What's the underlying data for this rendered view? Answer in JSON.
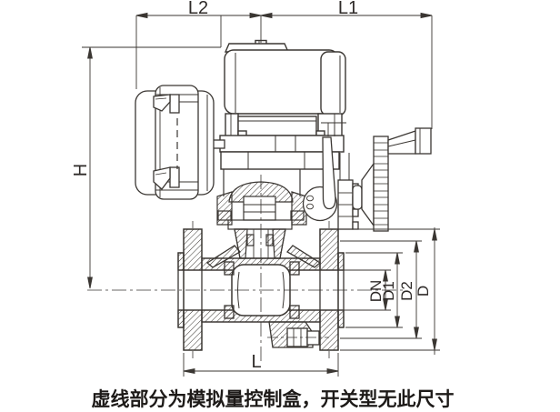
{
  "diagram": {
    "caption": "虚线部分为模拟量控制盒，开关型无此尺寸",
    "labels": {
      "l2": "L2",
      "l1": "L1",
      "h": "H",
      "dn": "DN",
      "d1": "D1",
      "d2": "D2",
      "d": "D",
      "l": "L"
    },
    "colors": {
      "line": "#3a3632",
      "background": "#ffffff"
    }
  }
}
